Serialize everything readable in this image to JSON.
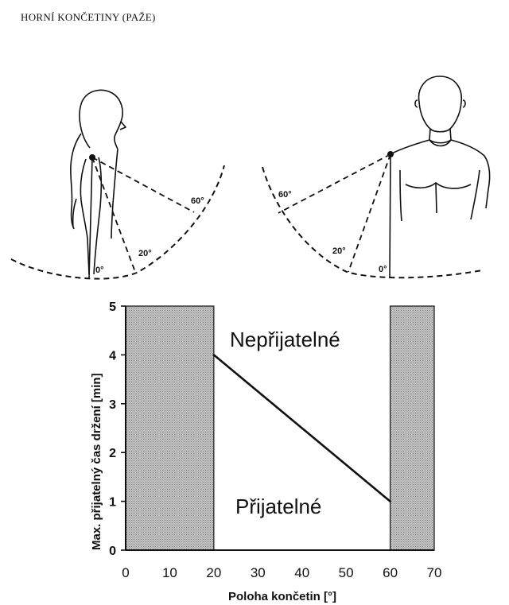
{
  "title": "HORNÍ KONČETINY (PAŽE)",
  "side_view": {
    "angle_labels": [
      "0°",
      "20°",
      "60°"
    ]
  },
  "front_view": {
    "angle_labels": [
      "0°",
      "20°",
      "60°"
    ]
  },
  "chart_data": {
    "type": "line",
    "xlabel": "Poloha končetin [°]",
    "ylabel": "Max. přijatelný čas držení [min]",
    "xlim": [
      0,
      70
    ],
    "ylim": [
      0,
      5
    ],
    "x_ticks": [
      "0",
      "10",
      "20",
      "30",
      "40",
      "50",
      "60",
      "70"
    ],
    "y_ticks": [
      "0",
      "1",
      "2",
      "3",
      "4",
      "5"
    ],
    "series": [
      {
        "x": [
          20,
          60
        ],
        "y": [
          4,
          1
        ]
      }
    ],
    "shaded_regions": [
      {
        "x_from": 0,
        "x_to": 20
      },
      {
        "x_from": 60,
        "x_to": 70
      }
    ],
    "annotations": {
      "upper": "Nepřijatelné",
      "lower": "Přijatelné"
    },
    "grid": false
  }
}
